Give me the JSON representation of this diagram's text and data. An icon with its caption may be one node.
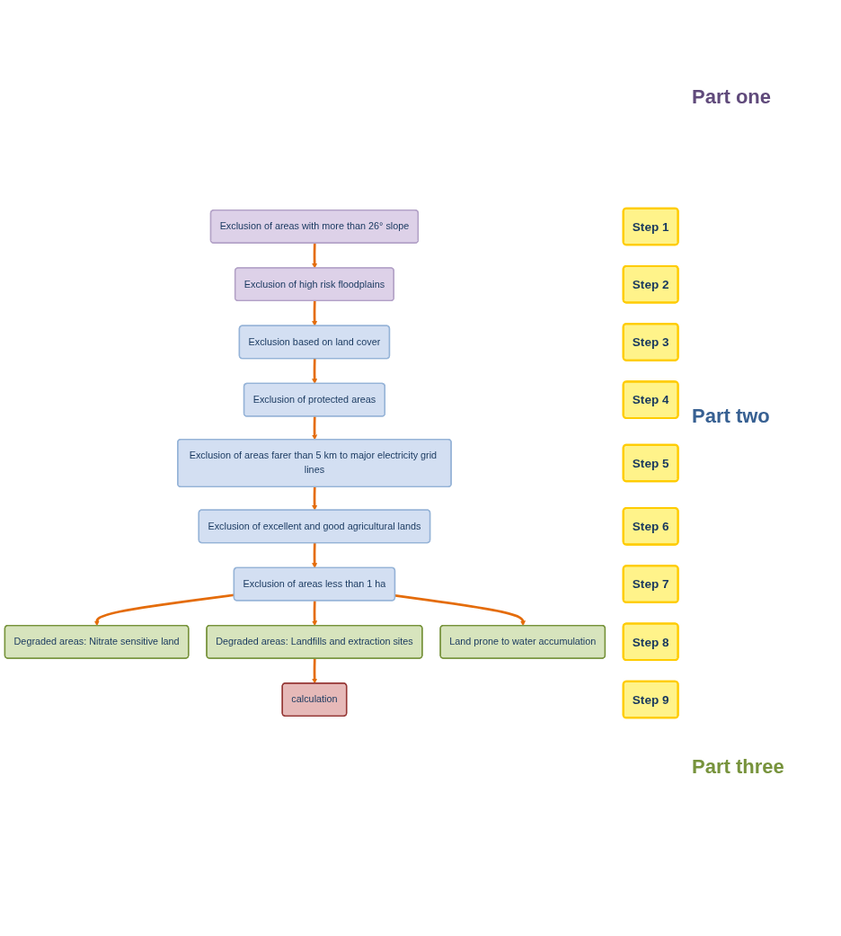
{
  "diagram": {
    "nodes": [
      {
        "text": [
          "Step 1"
        ]
      },
      {
        "text": [
          "Exclusion of areas with more than 26° slope"
        ]
      },
      {
        "text": [
          "Step 2"
        ]
      },
      {
        "text": [
          "Exclusion of high risk floodplains"
        ]
      },
      {
        "text": [
          "Step 3"
        ]
      },
      {
        "text": [
          "Exclusion based on land cover"
        ]
      },
      {
        "text": [
          "Step 4"
        ]
      },
      {
        "text": [
          "Exclusion of protected areas"
        ]
      },
      {
        "text": [
          "Step 5"
        ]
      },
      {
        "text": [
          "Exclusion of areas farer than 5 km to major electricity grid lines"
        ]
      },
      {
        "text": [
          "Step 6"
        ]
      },
      {
        "text": [
          "Exclusion of excellent and good agricultural lands"
        ]
      },
      {
        "text": [
          "Step 7"
        ]
      },
      {
        "text": [
          "Exclusion of areas less than 1 ha"
        ]
      },
      {
        "text": [
          "Degraded areas: Nitrate sensitive land"
        ]
      },
      {
        "text": [
          "Land prone to water accumulation"
        ]
      },
      {
        "text": [
          "Step 8"
        ]
      },
      {
        "text": [
          "Degraded areas: Landfills and extraction sites"
        ]
      },
      {
        "text": [
          "Step 9"
        ]
      },
      {
        "text": [
          "calculation"
        ]
      }
    ],
    "edges": [
      {
        "from": 1,
        "to": 3,
        "arrow": "to"
      },
      {
        "from": 3,
        "to": 5,
        "arrow": "to"
      },
      {
        "from": 5,
        "to": 7,
        "arrow": "to"
      },
      {
        "from": 7,
        "to": 9,
        "arrow": "to"
      },
      {
        "from": 9,
        "to": 11,
        "arrow": "to"
      },
      {
        "from": 11,
        "to": 13,
        "arrow": "to"
      },
      {
        "from": 13,
        "to": 14,
        "arrow": "to"
      },
      {
        "from": 13,
        "to": 17,
        "arrow": "to"
      },
      {
        "from": 13,
        "to": 15,
        "arrow": "to"
      },
      {
        "from": 17,
        "to": 19,
        "arrow": "to"
      }
    ],
    "labels": [
      "Part one",
      "Part two",
      "Part three"
    ]
  }
}
